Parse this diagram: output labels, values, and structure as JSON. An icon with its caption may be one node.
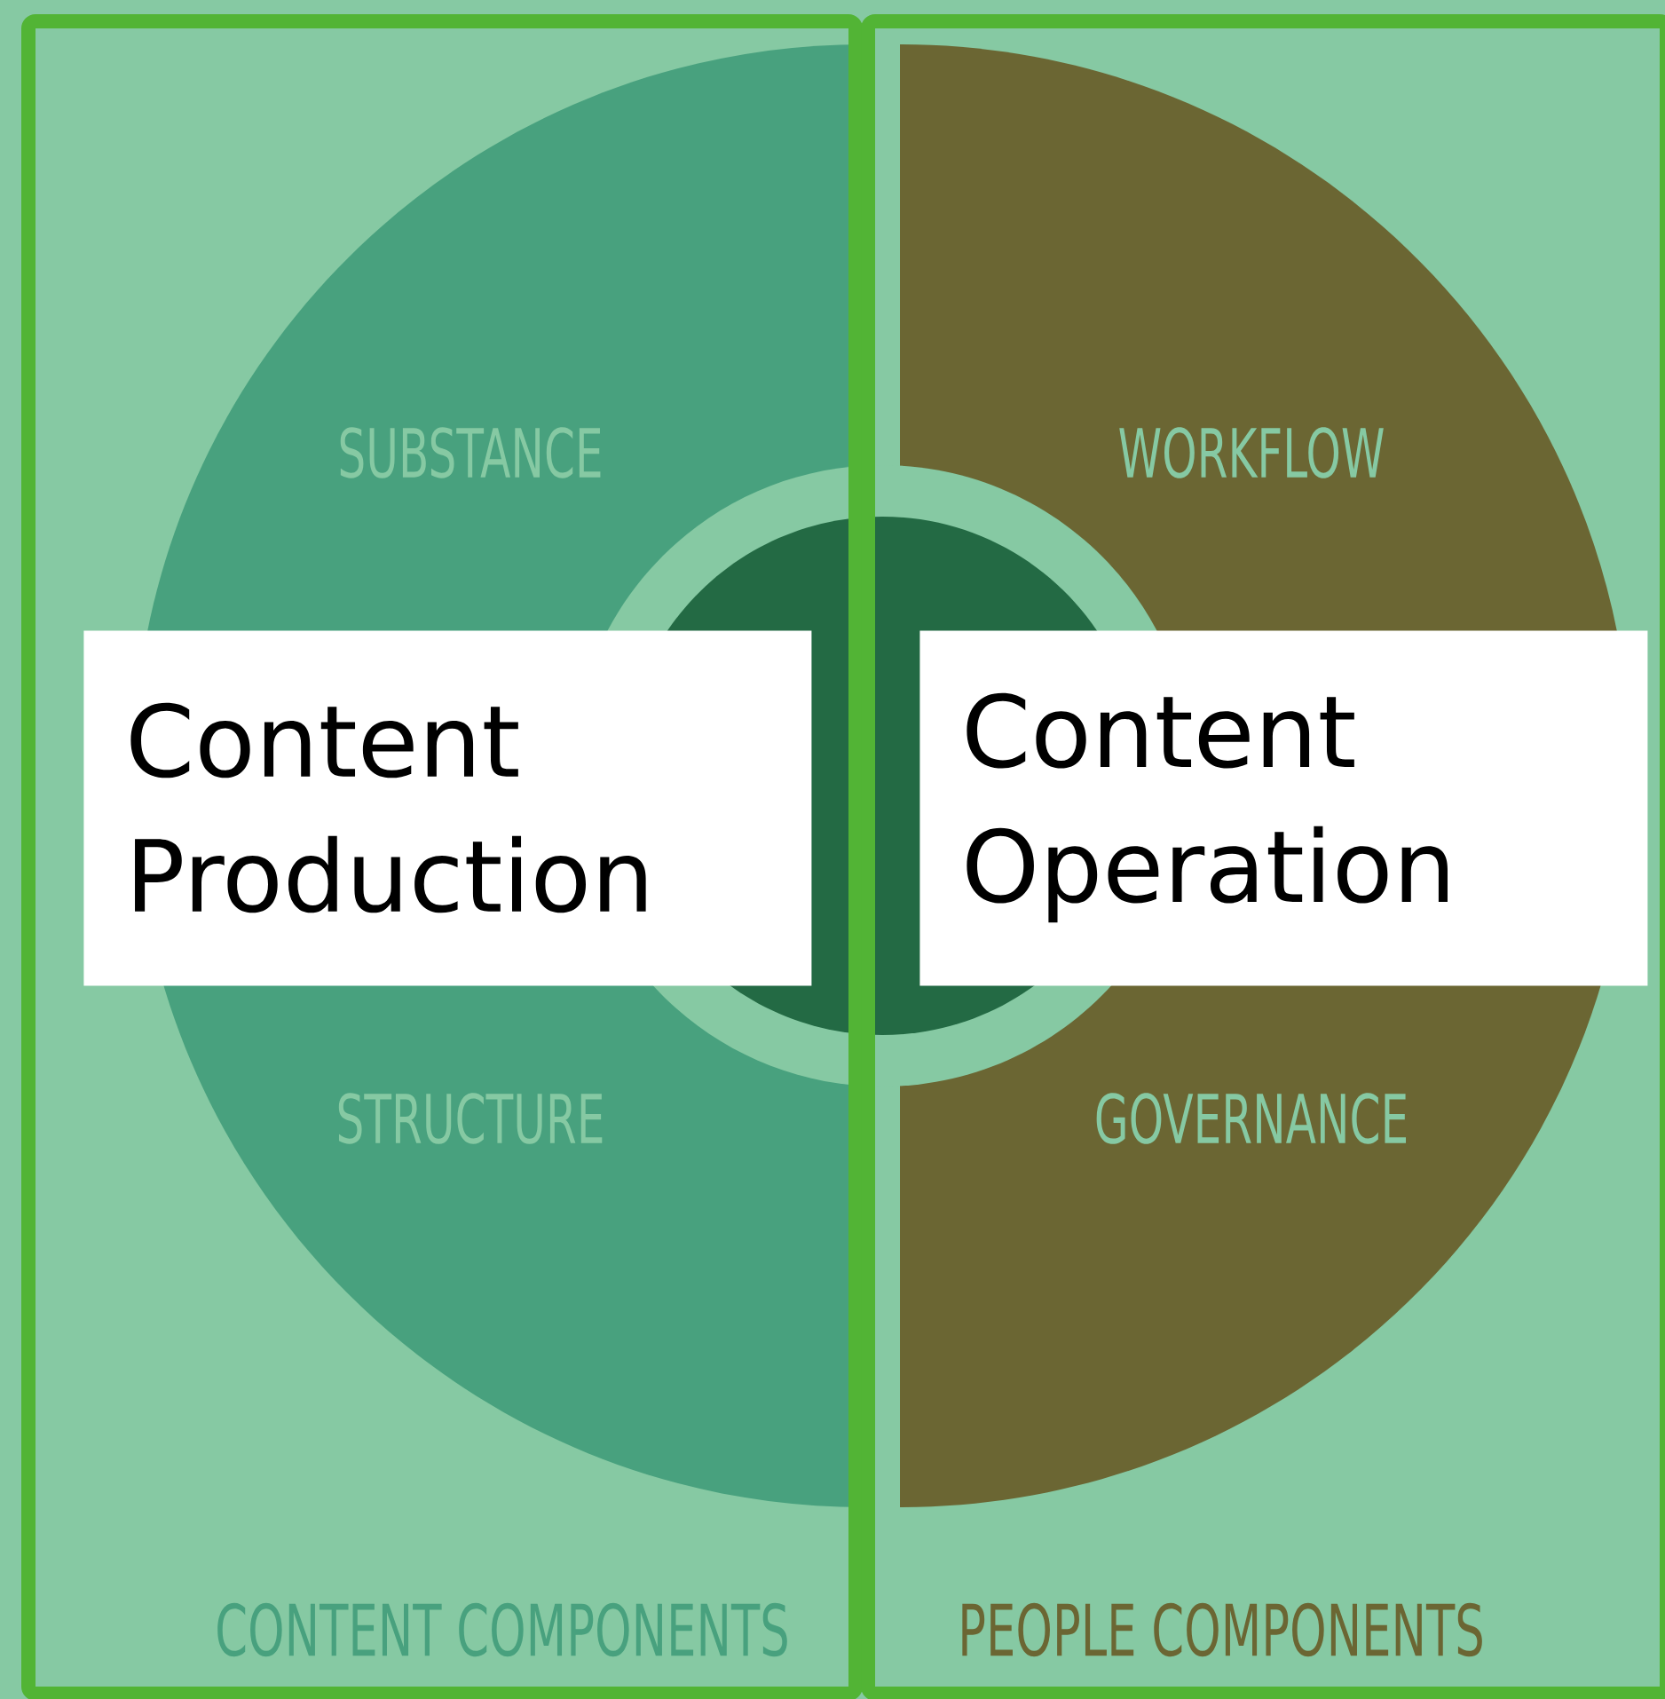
{
  "diagram": {
    "nodes": [
      {
        "text": [
          "CONTENT COMPONENTS"
        ]
      },
      {
        "text": [
          "Content Production"
        ],
        "in": 0
      },
      {
        "text": [
          "PEOPLE COMPONENTS"
        ]
      },
      {
        "text": [
          "Content Operation"
        ],
        "in": 2
      }
    ],
    "labels": [
      "SUBSTANCE",
      "WORKFLOW",
      "STRUCTURE",
      "GOVERNANCE"
    ]
  }
}
